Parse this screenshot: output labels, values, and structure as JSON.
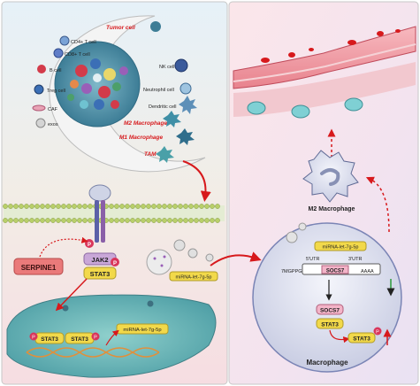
{
  "tme_labels": {
    "tumor_cell": "Tumor cell",
    "cd4": "CD4+ T cell",
    "cd8": "CD8+ T cell",
    "b_cell": "B cell",
    "treg": "Treg cell",
    "caf": "CAF",
    "exos": "exos",
    "nk": "NK cell",
    "neutrophil": "Neutrophil cell",
    "dendritic": "Dendritic cell",
    "m2": "M2 Macrophage",
    "m1": "M1 Macrophage",
    "tam": "TAM"
  },
  "tumor_cell_labels": {
    "serpine1": "SERPINE1",
    "jak2": "JAK2",
    "stat3": "STAT3",
    "p": "P",
    "mirna_exo": "miRNA-let-7g-5p",
    "mirna_nucleus": "miRNA-let-7g-5p"
  },
  "macrophage_labels": {
    "m2_macrophage": "M2 Macrophage",
    "mirna_top": "miRNA-let-7g-5p",
    "utr5": "5'UTR",
    "utr3": "3'UTR",
    "cap": "7MGPPG",
    "socs7_mrna": "SOCS7",
    "poly_a": "AAAA",
    "socs7_protein": "SOCS7",
    "stat3": "STAT3",
    "stat3_p": "STAT3",
    "p": "P",
    "macrophage": "Macrophage"
  },
  "colors": {
    "accent_red": "#d7191c",
    "stat3": "#f2d94a",
    "jak2": "#c9a7d8",
    "serpine_box": "#ea7a7a",
    "phospho": "#d9365b"
  }
}
